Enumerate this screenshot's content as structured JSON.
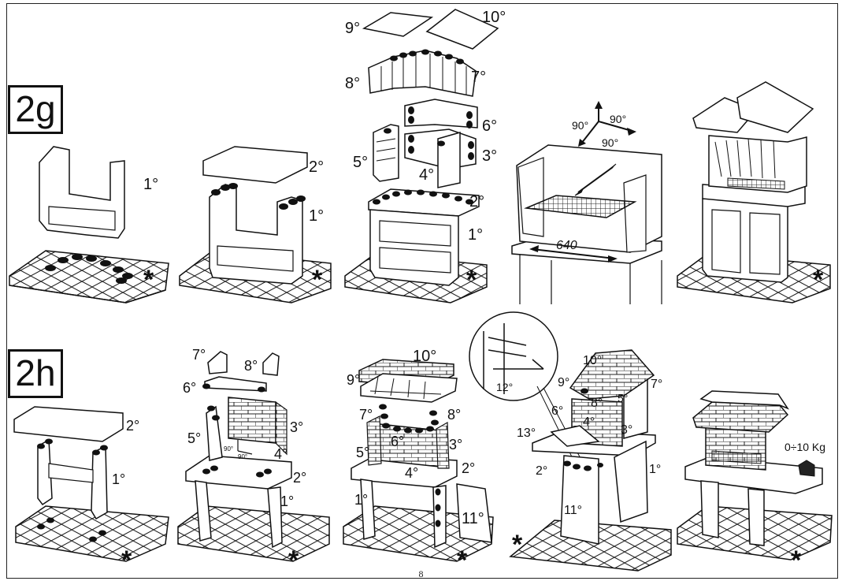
{
  "sections": [
    {
      "id": "2g",
      "label": "2g",
      "steps": [
        {
          "labels": [
            "1°"
          ]
        },
        {
          "labels": [
            "2°",
            "1°"
          ]
        },
        {
          "labels": [
            "9°",
            "10°",
            "8°",
            "7°",
            "6°",
            "5°",
            "3°",
            "4°",
            "2°",
            "1°"
          ]
        },
        {
          "labels": [
            "90°",
            "90°",
            "90°",
            "640"
          ]
        },
        {
          "labels": []
        }
      ]
    },
    {
      "id": "2h",
      "label": "2h",
      "steps": [
        {
          "labels": [
            "2°",
            "1°"
          ]
        },
        {
          "labels": [
            "7°",
            "8°",
            "6°",
            "5°",
            "3°",
            "4°",
            "90°",
            "90°",
            "2°",
            "1°"
          ]
        },
        {
          "labels": [
            "10°",
            "9°",
            "7°",
            "8°",
            "6°",
            "5°",
            "3°",
            "4°",
            "2°",
            "1°",
            "11°"
          ]
        },
        {
          "labels": [
            "10°",
            "9°",
            "7°",
            "8°",
            "5°",
            "6°",
            "4°",
            "3°",
            "13°",
            "12°",
            "2°",
            "1°",
            "11°"
          ]
        },
        {
          "labels": [
            "0÷10 Kg"
          ]
        }
      ]
    }
  ],
  "marker": "*",
  "page_number": "8",
  "colors": {
    "ink": "#111111",
    "paper": "#ffffff",
    "stone": "#f2f2f2"
  }
}
